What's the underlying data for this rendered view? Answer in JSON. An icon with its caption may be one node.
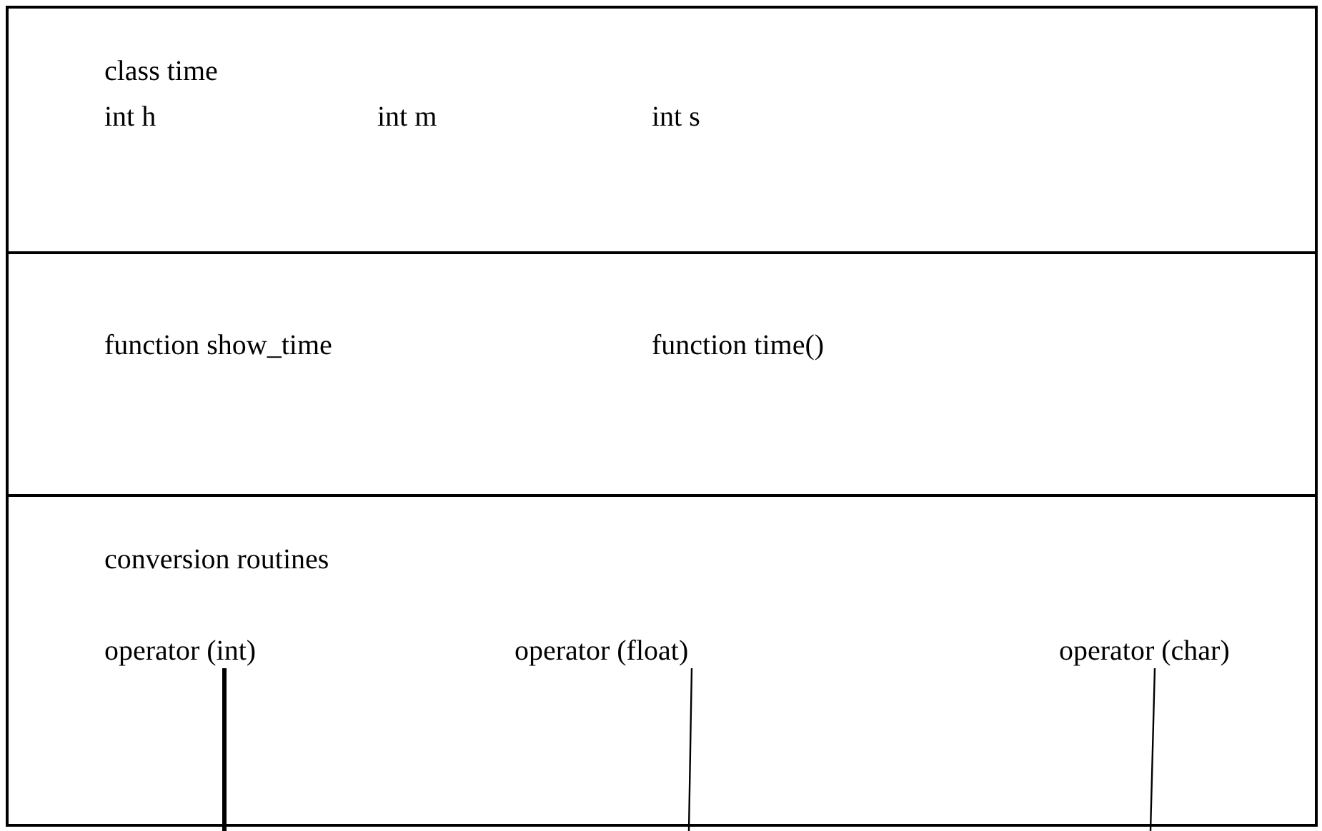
{
  "diagram": {
    "nodes": [
      {
        "text": [
          "class time",
          "int h",
          "int m",
          "int s"
        ]
      },
      {
        "text": [
          "function show_time",
          "function time()"
        ]
      },
      {
        "text": [
          "conversion routines"
        ]
      },
      {
        "text": [
          "operator (int)"
        ],
        "in": 2
      },
      {
        "text": [
          "operator (float)"
        ],
        "in": 2
      },
      {
        "text": [
          "operator (char)"
        ],
        "in": 2
      }
    ],
    "edges": [
      {
        "from": 3,
        "to": null,
        "arrow": "none",
        "style": "thick"
      },
      {
        "from": 4,
        "to": null,
        "arrow": "none"
      },
      {
        "from": 5,
        "to": null,
        "arrow": "none"
      }
    ]
  }
}
